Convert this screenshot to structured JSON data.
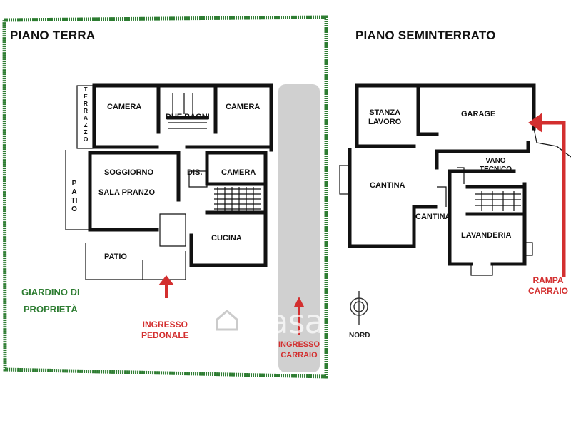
{
  "floors": {
    "ground": {
      "title": "PIANO TERRA",
      "rooms": {
        "camera_left": "CAMERA",
        "due_bagni": "DUE BAGNI",
        "camera_right": "CAMERA",
        "soggiorno": "SOGGIORNO",
        "sala_pranzo": "SALA PRANZO",
        "dis": "DIS.",
        "camera_mid": "CAMERA",
        "cucina": "CUCINA",
        "patio": "PATIO",
        "patio_side": "PATIO",
        "terrazzo": "TERRAZZO"
      }
    },
    "basement": {
      "title": "PIANO SEMINTERRATO",
      "rooms": {
        "stanza_lavoro": "STANZA\nLAVORO",
        "garage": "GARAGE",
        "vano_tecnico": "VANO\nTECNICO",
        "cantina_big": "CANTINA",
        "cantina_small": "CANTINA",
        "lavanderia": "LAVANDERIA"
      }
    }
  },
  "labels": {
    "giardino": "GIARDINO DI\nPROPRIETÀ",
    "ingresso_pedonale": "INGRESSO\nPEDONALE",
    "ingresso_carraio": "INGRESSO\nCARRAIO",
    "rampa_carraio": "RAMPA\nCARRAIO",
    "nord": "NORD",
    "watermark": "casa"
  },
  "colors": {
    "garden_border": "#2e7d32",
    "arrows": "#d32f2f",
    "driveway": "#d0d0d0",
    "walls": "#111111"
  }
}
